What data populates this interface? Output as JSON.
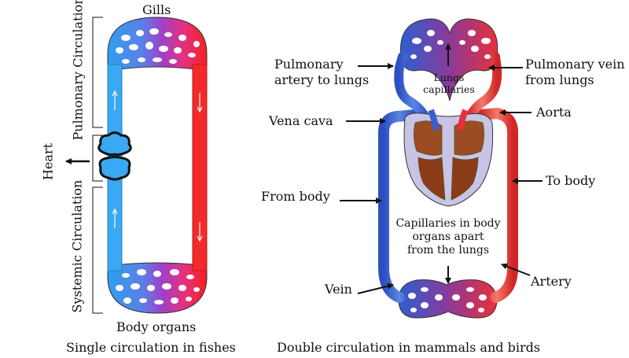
{
  "fish": {
    "gills_label": "Gills",
    "heart_label": "Heart",
    "pulmonary_label": "Pulmonary Circulation",
    "systemic_label": "Systemic Circulation",
    "body_organs_label": "Body organs",
    "caption": "Single circulation in fishes"
  },
  "mammal": {
    "pulmonary_artery_label": "Pulmonary\nartery to lungs",
    "pulmonary_vein_label": "Pulmonary vein\nfrom lungs",
    "lungs_capillaries_label": "Lungs\ncapillaries",
    "vena_cava_label": "Vena cava",
    "aorta_label": "Aorta",
    "from_body_label": "From body",
    "to_body_label": "To body",
    "body_capillaries_label": "Capillaries in body\norgans apart\nfrom the lungs",
    "vein_label": "Vein",
    "artery_label": "Artery",
    "caption": "Double circulation in mammals and birds"
  },
  "colors": {
    "deoxygenated": "#3aa8f2",
    "oxygenated": "#f22a2a",
    "mixed": "#8a40c8",
    "heart_chamber": "#9c4c22"
  }
}
